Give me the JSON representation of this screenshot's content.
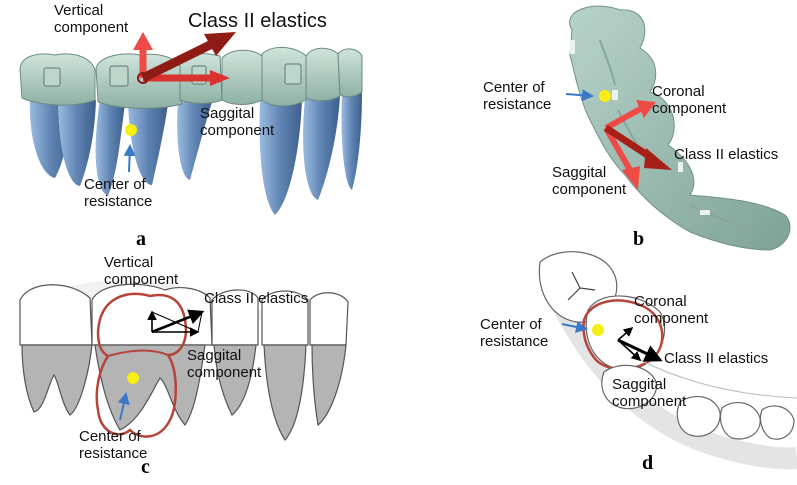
{
  "panels": {
    "a": {
      "letter": "a",
      "labels": {
        "vertical": "Vertical\ncomponent",
        "elastics": "Class II elastics",
        "sagittal": "Saggital\ncomponent",
        "center": "Center of\nresistance"
      }
    },
    "b": {
      "letter": "b",
      "labels": {
        "center": "Center of\nresistance",
        "coronal": "Coronal\ncomponent",
        "elastics": "Class II elastics",
        "sagittal": "Saggital\ncomponent"
      }
    },
    "c": {
      "letter": "c",
      "labels": {
        "vertical": "Vertical\ncomponent",
        "elastics": "Class II elastics",
        "sagittal": "Saggital\ncomponent",
        "center": "Center of\nresistance"
      }
    },
    "d": {
      "letter": "d",
      "labels": {
        "center": "Center of\nresistance",
        "coronal": "Coronal\ncomponent",
        "elastics": "Class II elastics",
        "sagittal": "Saggital\ncomponent"
      }
    }
  },
  "colors": {
    "tooth_crown": "#a9c9bd",
    "tooth_root": "#6f92bd",
    "arrow_red": "#e8413d",
    "arrow_dark_red": "#8e1b14",
    "center_dot": "#f7ee14",
    "outline_red": "#b5443a",
    "root_gray": "#b4b4b4",
    "blue_pointer": "#3a78c8"
  }
}
